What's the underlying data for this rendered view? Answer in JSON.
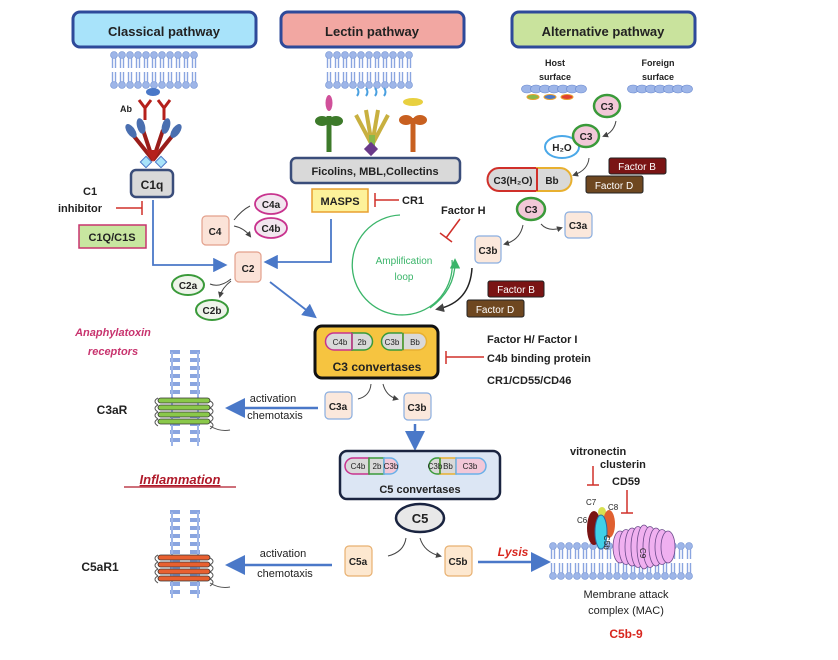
{
  "pathways": {
    "classical": {
      "title": "Classical pathway",
      "color": "#a8e3fa"
    },
    "lectin": {
      "title": "Lectin pathway",
      "color": "#f2a7a2"
    },
    "alternative": {
      "title": "Alternative pathway",
      "color": "#c9e39d"
    }
  },
  "classical": {
    "ab_label": "Ab",
    "c1q": "C1q",
    "c1_inhibitor_line1": "C1",
    "c1_inhibitor_line2": "inhibitor",
    "c1q_c1s": "C1Q/C1S",
    "c4": "C4",
    "c4a": "C4a",
    "c4b": "C4b",
    "c2": "C2",
    "c2a": "C2a",
    "c2b": "C2b"
  },
  "lectin": {
    "ficolins": "Ficolins, MBL,Collectins",
    "masps": "MASPS",
    "cr1": "CR1"
  },
  "alternative": {
    "host_surface_1": "Host",
    "host_surface_2": "surface",
    "foreign_surface_1": "Foreign",
    "foreign_surface_2": "surface",
    "c3": "C3",
    "h2o": "H₂O",
    "c3h2o": "C3(H₂O)",
    "bb": "Bb",
    "factor_b": "Factor B",
    "factor_d": "Factor D",
    "c3a": "C3a",
    "c3b": "C3b",
    "factor_h": "Factor H",
    "amplification_1": "Amplification",
    "amplification_2": "loop"
  },
  "c3_convertases": {
    "title": "C3 convertases",
    "parts": [
      "C4b",
      "2b",
      "C3b",
      "Bb"
    ],
    "regulators": [
      "Factor H/ Factor I",
      "C4b binding protein",
      "CR1/CD55/CD46"
    ],
    "c3a": "C3a",
    "c3b": "C3b"
  },
  "c5_convertases": {
    "title": "C5 convertases",
    "parts": [
      "C4b",
      "2b",
      "C3b",
      "C3b",
      "Bb",
      "C3b"
    ],
    "c5": "C5",
    "c5a": "C5a",
    "c5b": "C5b"
  },
  "receptors": {
    "heading_1": "Anaphylatoxin",
    "heading_2": "receptors",
    "c3ar": "C3aR",
    "c5ar1": "C5aR1",
    "inflammation": "Inflammation",
    "activation": "activation",
    "chemotaxis": "chemotaxis"
  },
  "mac": {
    "lysis": "Lysis",
    "vitronectin": "vitronectin",
    "clusterin": "clusterin",
    "cd59": "CD59",
    "c6": "C6",
    "c7": "C7",
    "c8": "C8",
    "c5b": "C5b",
    "c9": "C9",
    "label_1": "Membrane attack",
    "label_2": "complex (MAC)",
    "c5b9": "C5b-9"
  },
  "colors": {
    "arrow_blue": "#4a78c8",
    "inhibit_red": "#d0302a",
    "convertase_yellow": "#f6c440",
    "factor_b": "#7a1414",
    "factor_d": "#6e4720",
    "amplification_green": "#3bb56a",
    "anaphylatoxin_pink": "#c8336e",
    "lysis_red": "#d8261e"
  }
}
